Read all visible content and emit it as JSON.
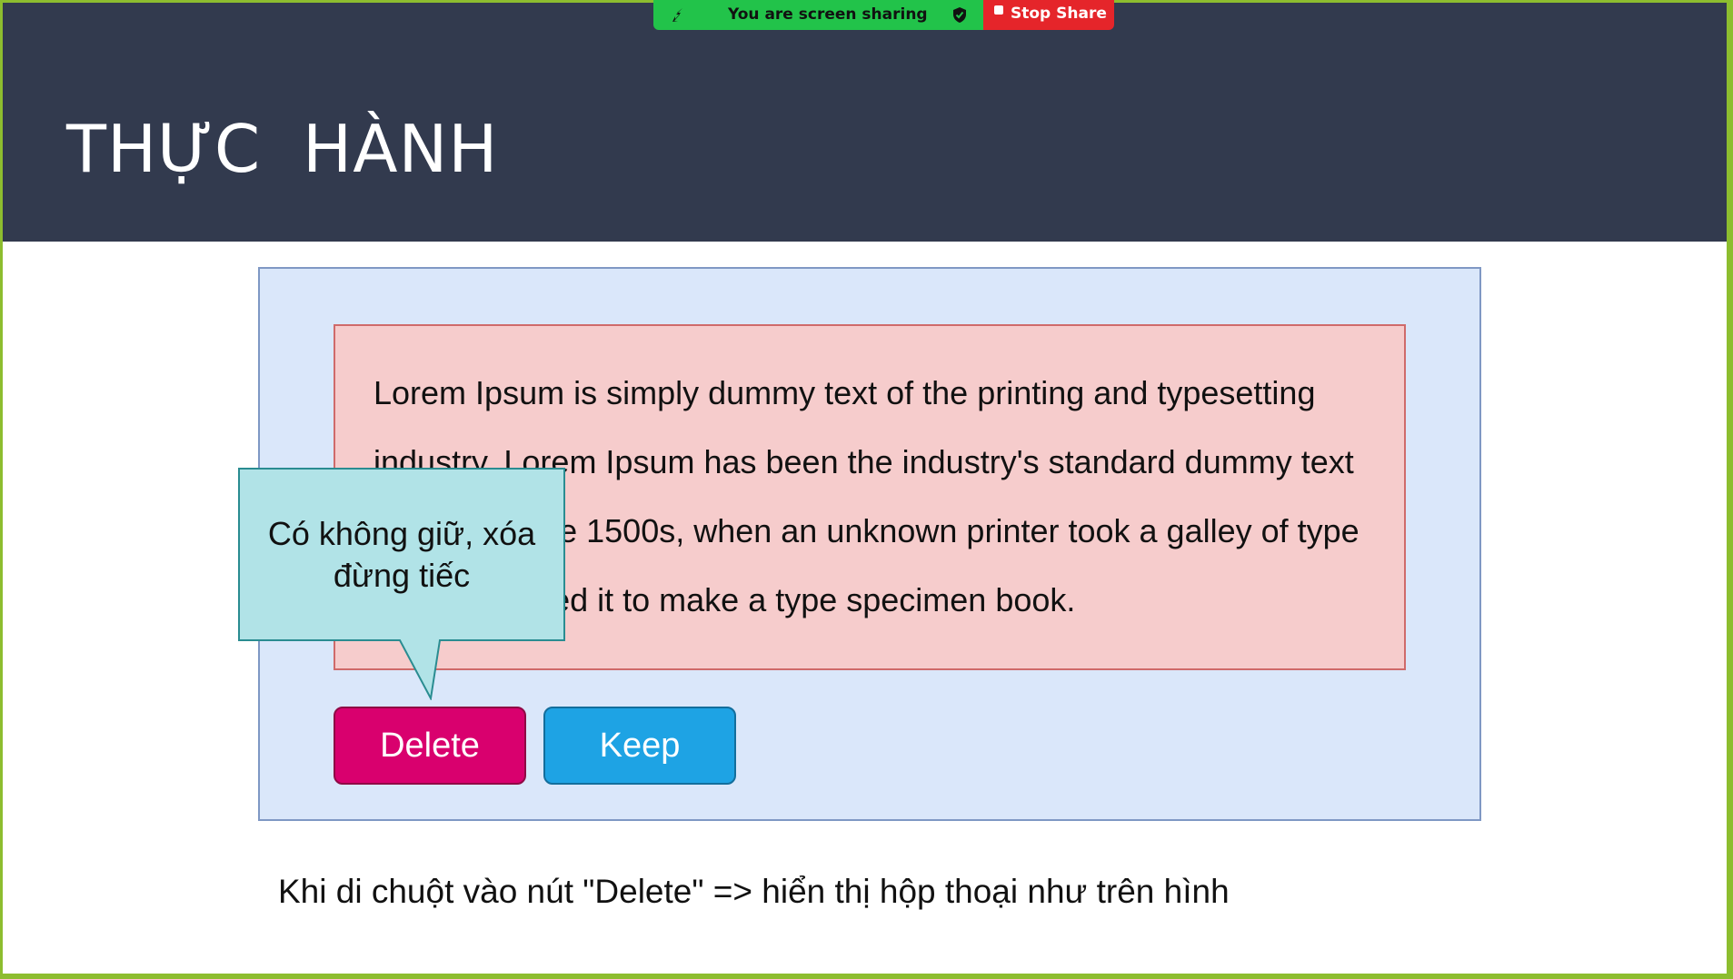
{
  "screen_share": {
    "status_text": "You are screen sharing",
    "stop_label": "Stop Share",
    "status_color": "#22c34a",
    "stop_color": "#e5252a",
    "frame_color": "#8dbd2f"
  },
  "slide": {
    "title": "THỰC  HÀNH",
    "header_color": "#323a4e",
    "paragraph": "Lorem Ipsum is simply dummy text of the printing and typesetting industry. Lorem Ipsum has been the industry's standard dummy text ever since the 1500s, when an unknown printer took a galley of type and scrambled it to make a type specimen book.",
    "tooltip": "Có không giữ, xóa đừng tiếc",
    "buttons": {
      "delete_label": "Delete",
      "keep_label": "Keep",
      "delete_color": "#d9006e",
      "keep_color": "#1ea3e4"
    },
    "instruction": "Khi di chuột vào nút \"Delete\" => hiển thị hộp thoại như trên hình"
  }
}
